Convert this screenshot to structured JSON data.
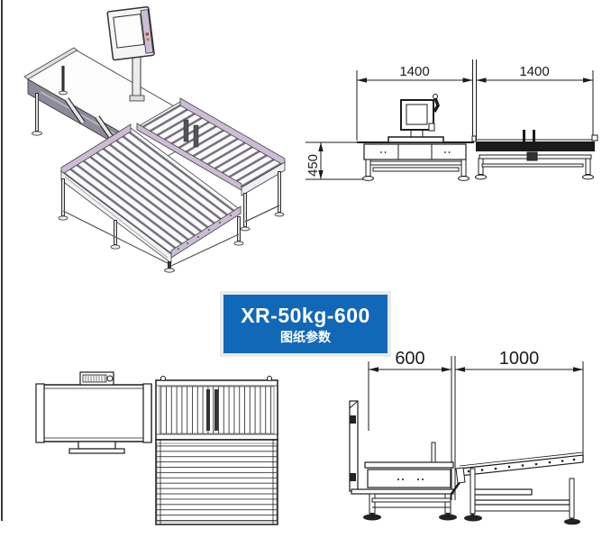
{
  "page": {
    "background": "#ffffff",
    "left_border_color": "#3a3a3a"
  },
  "label": {
    "model": "XR-50kg-600",
    "subtitle": "图纸参数",
    "bg_color": "#1168b7",
    "text_color": "#ffffff"
  },
  "side_view": {
    "dim_left": "1400",
    "dim_right": "1400",
    "dim_height": "450"
  },
  "end_view": {
    "dim_left": "600",
    "dim_right": "1000"
  },
  "colors": {
    "line": "#1c1c1c",
    "lavender_rail": "#cdbcd6",
    "machine_gray": "#8f8a99",
    "dark_band": "#1a1a1a",
    "roller_gap": "#75717d"
  }
}
